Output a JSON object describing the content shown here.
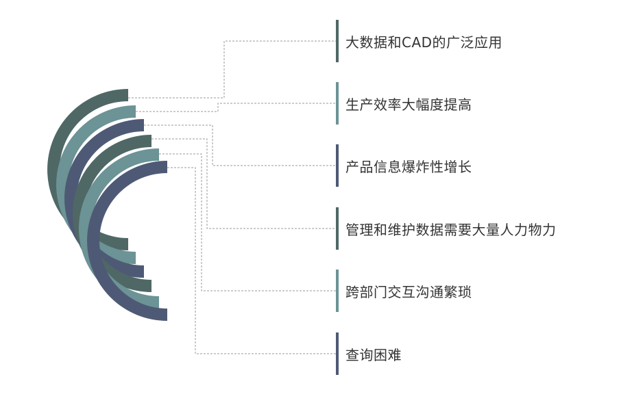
{
  "colors": {
    "dark_teal": "#4F6866",
    "light_teal": "#6C9395",
    "slate": "#4E5A75",
    "connector": "#999999",
    "text": "#333333"
  },
  "items": [
    {
      "label": "大数据和CAD的广泛应用",
      "color": "#4F6866"
    },
    {
      "label": "生产效率大幅度提高",
      "color": "#6C9395"
    },
    {
      "label": "产品信息爆炸性增长",
      "color": "#4E5A75"
    },
    {
      "label": "管理和维护数据需要大量人力物力",
      "color": "#4F6866"
    },
    {
      "label": "跨部门交互沟通繁琐",
      "color": "#6C9395"
    },
    {
      "label": "查询困难",
      "color": "#4E5A75"
    }
  ]
}
